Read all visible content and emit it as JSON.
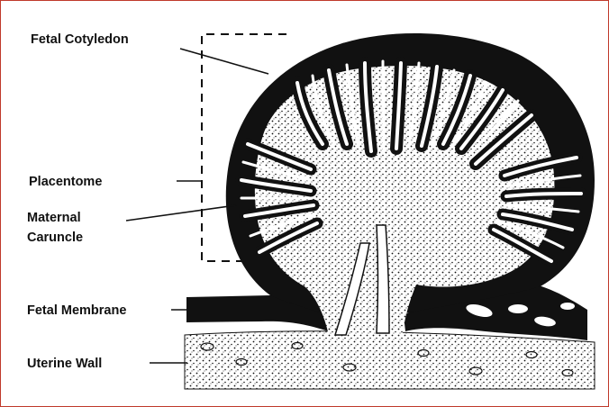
{
  "labels": {
    "fetal_cotyledon": "Fetal Cotyledon",
    "placentome": "Placentome",
    "maternal_caruncle_line1": "Maternal",
    "maternal_caruncle_line2": "Caruncle",
    "fetal_membrane": "Fetal Membrane",
    "uterine_wall": "Uterine Wall"
  },
  "colors": {
    "frame_border": "#c0392b",
    "ink": "#111111",
    "paper": "#ffffff"
  }
}
